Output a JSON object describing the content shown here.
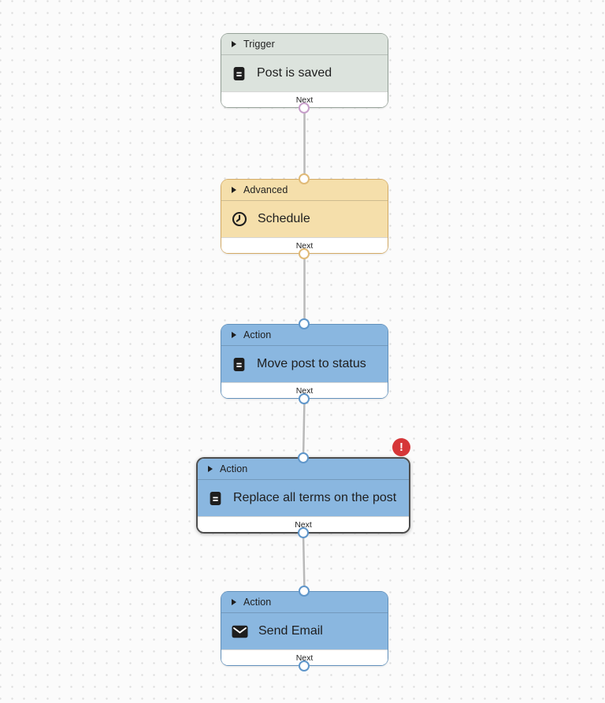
{
  "canvas": {
    "background_color": "#fbfbfb",
    "dot_color": "#dedede",
    "connector_color": "#b9b9b9",
    "error_color": "#d63638"
  },
  "nodes": [
    {
      "category": "Trigger",
      "title": "Post is saved",
      "icon": "document-icon",
      "footer_label": "Next",
      "has_error": false,
      "selected": false,
      "colors": {
        "bg": "#dce3dd",
        "border": "#96a299",
        "port": "#c79fca"
      }
    },
    {
      "category": "Advanced",
      "title": "Schedule",
      "icon": "clock-icon",
      "footer_label": "Next",
      "has_error": false,
      "selected": false,
      "colors": {
        "bg": "#f5dfab",
        "border": "#d4ab66",
        "port": "#e0ba77"
      }
    },
    {
      "category": "Action",
      "title": "Move post to status",
      "icon": "document-icon",
      "footer_label": "Next",
      "has_error": false,
      "selected": false,
      "colors": {
        "bg": "#8ab7e0",
        "border": "#6291bc",
        "port": "#5f96ca"
      }
    },
    {
      "category": "Action",
      "title": "Replace all terms on the post",
      "icon": "document-icon",
      "footer_label": "Next",
      "has_error": true,
      "error_badge_glyph": "!",
      "selected": true,
      "colors": {
        "bg": "#8ab7e0",
        "border": "#4d4d4d",
        "port": "#5f96ca"
      }
    },
    {
      "category": "Action",
      "title": "Send Email",
      "icon": "envelope-icon",
      "footer_label": "Next",
      "has_error": false,
      "selected": false,
      "colors": {
        "bg": "#8ab7e0",
        "border": "#6291bc",
        "port": "#5f96ca"
      }
    }
  ]
}
